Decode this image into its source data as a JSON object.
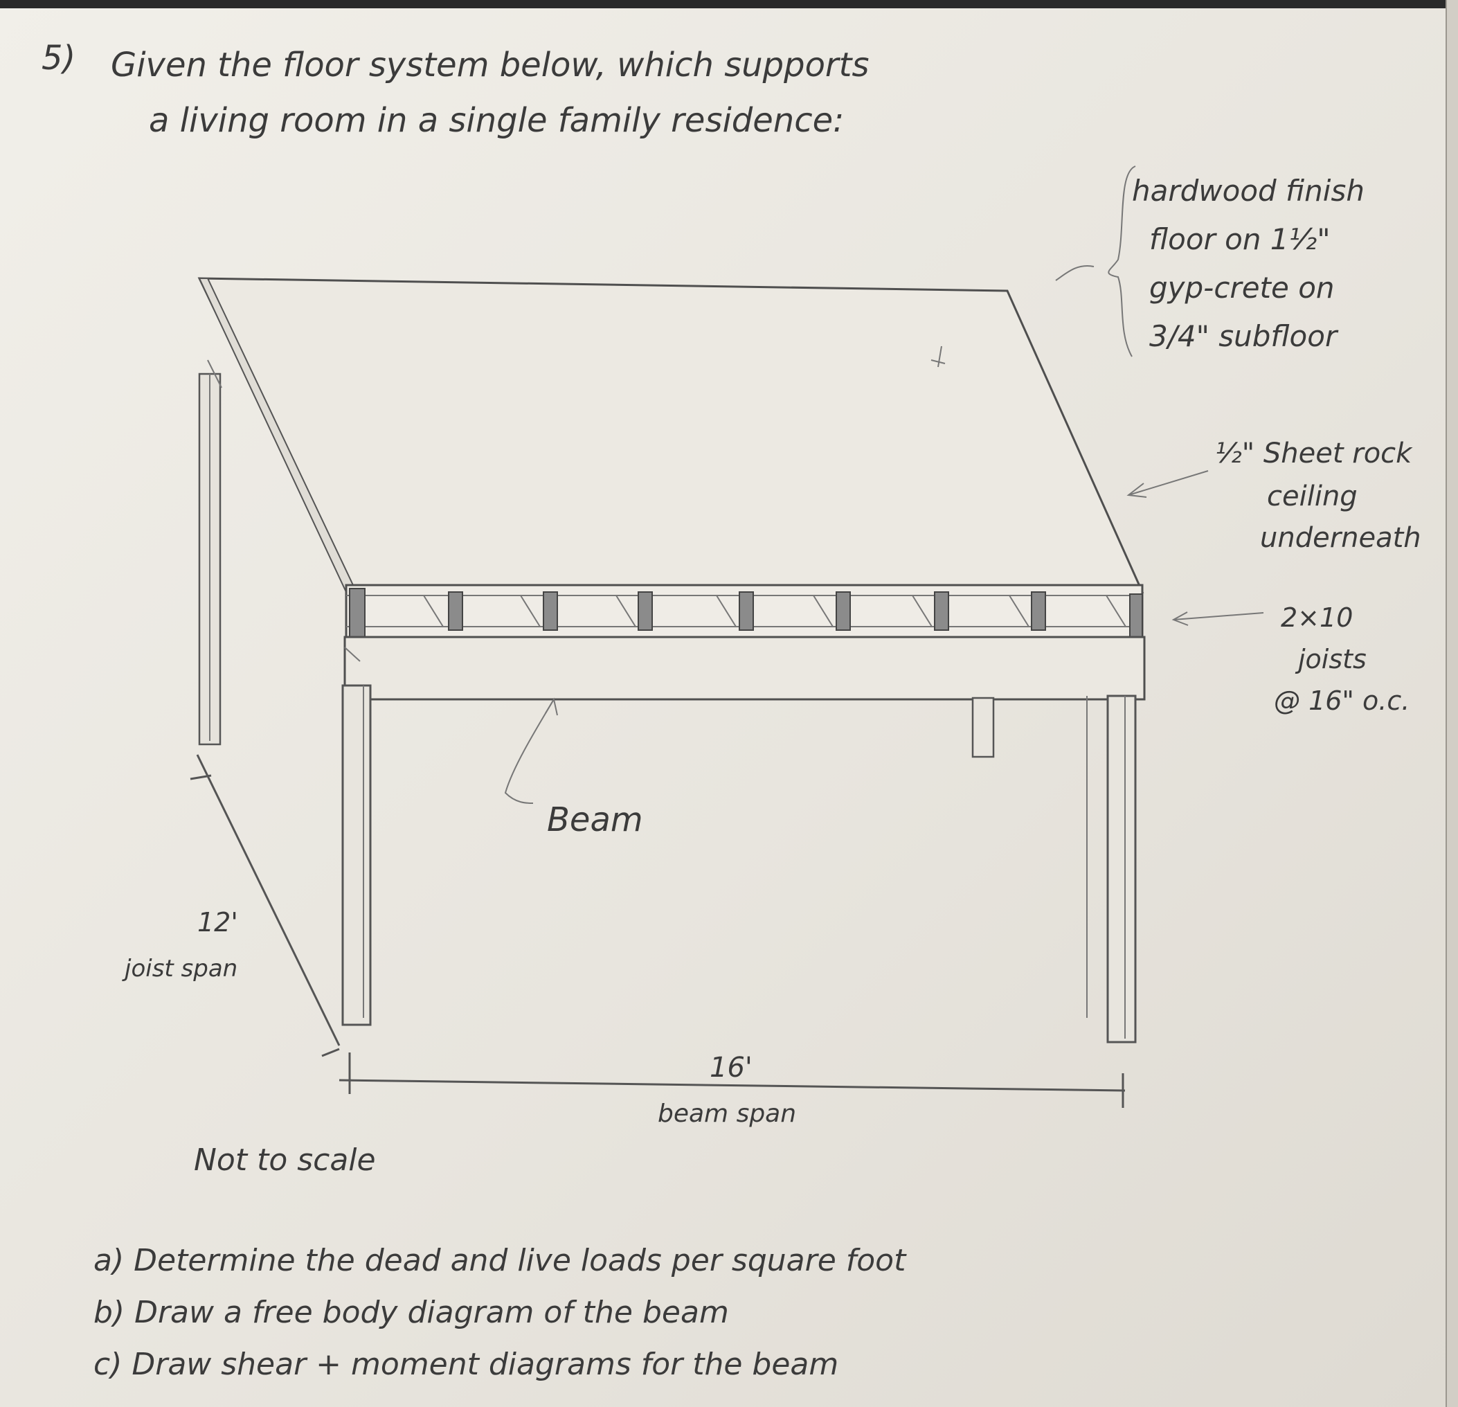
{
  "problem": {
    "number": "5)",
    "line1": "Given the floor system below, which supports",
    "line2": "a living room in a single family residence:"
  },
  "annotations": {
    "floor_finish": [
      "hardwood finish",
      "floor on 1½\"",
      "gyp-crete on",
      "3/4\" subfloor"
    ],
    "ceiling": [
      "½\" Sheet rock",
      "ceiling",
      "underneath"
    ],
    "joists": [
      "2×10",
      "joists",
      "@ 16\" o.c."
    ],
    "beam": "Beam",
    "joist_span_value": "12'",
    "joist_span_label": "joist span",
    "beam_span_value": "16'",
    "beam_span_label": "beam span",
    "scale_note": "Not to scale"
  },
  "questions": [
    "a) Determine the dead and live loads per square foot",
    "b) Draw a free body diagram of the beam",
    "c) Draw shear + moment diagrams for the beam"
  ]
}
